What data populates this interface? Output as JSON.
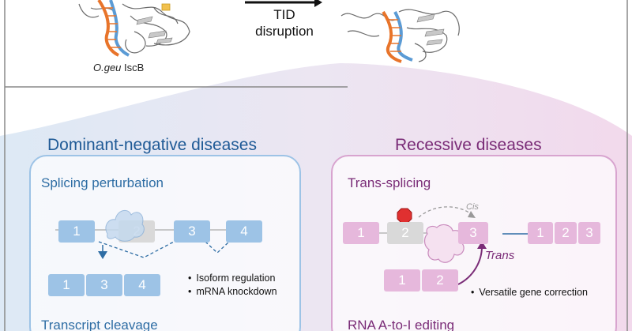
{
  "top": {
    "arrow_label_line1": "TID",
    "arrow_label_line2": "disruption",
    "species_italic": "O.geu",
    "protein_name": "IscB"
  },
  "left_panel": {
    "heading": "Dominant-negative diseases",
    "subheading": "Splicing perturbation",
    "pre_mrna_exons": [
      "1",
      "2",
      "3",
      "4"
    ],
    "mature_exons": [
      "1",
      "3",
      "4"
    ],
    "bullets": [
      "Isoform regulation",
      "mRNA knockdown"
    ],
    "next_subheading": "Transcript cleavage"
  },
  "right_panel": {
    "heading": "Recessive diseases",
    "subheading": "Trans-splicing",
    "pre_mrna_exons": [
      "1",
      "2",
      "3"
    ],
    "product_exons": [
      "1",
      "2",
      "3"
    ],
    "donor_exons": [
      "1",
      "2"
    ],
    "cis_label": "Cis",
    "trans_label": "Trans",
    "bullets": [
      "Versatile gene correction"
    ],
    "next_subheading": "RNA A-to-I editing"
  },
  "colors": {
    "blue_accent": "#9dc3e6",
    "blue_dark": "#1f5a96",
    "pink_accent": "#e6b8dc",
    "purple_dark": "#7a2c77",
    "dna_orange": "#e8742a",
    "dna_blue": "#5b9bd5",
    "stop_red": "#e03030"
  }
}
